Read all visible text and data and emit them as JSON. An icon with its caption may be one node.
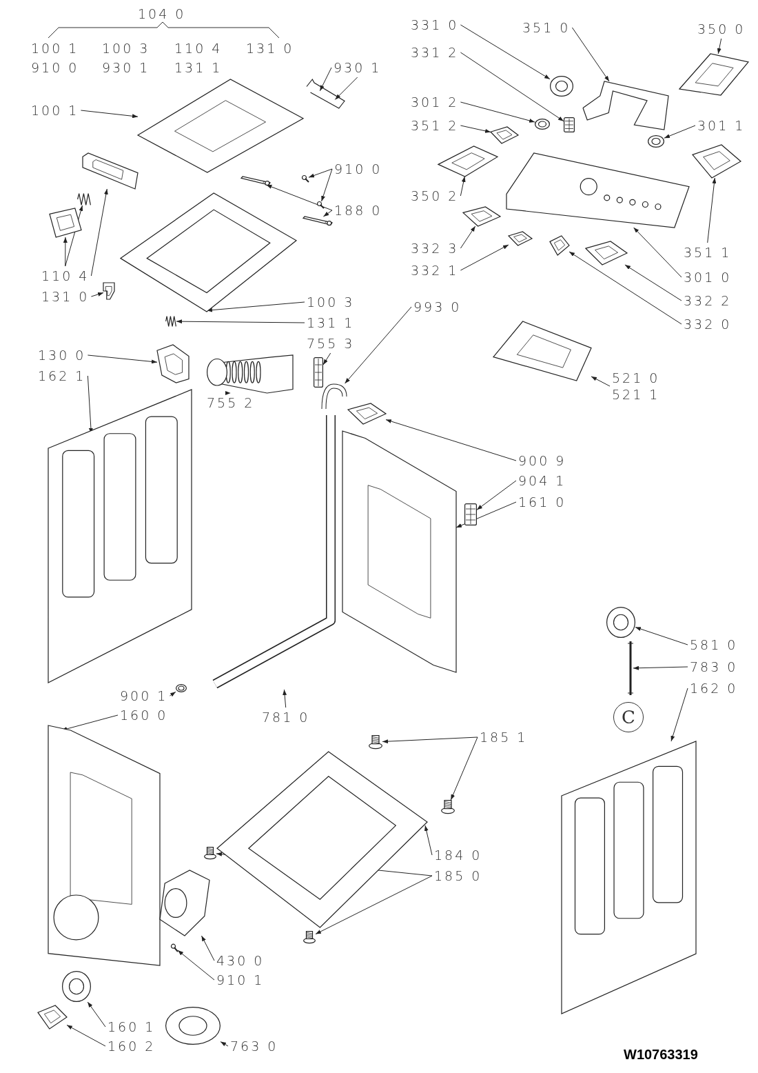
{
  "diagram": {
    "nodes": [
      {
        "text": [
          "930 1"
        ]
      },
      {
        "text": [],
        "shape": "picture"
      },
      {
        "text": [
          "100 1"
        ]
      },
      {
        "text": [],
        "shape": "picture"
      },
      {
        "text": [
          "910 0"
        ]
      },
      {
        "text": [],
        "shape": "picture"
      },
      {
        "text": [],
        "shape": "picture"
      },
      {
        "text": [
          "188 0"
        ]
      },
      {
        "text": [],
        "shape": "picture"
      },
      {
        "text": [],
        "shape": "picture"
      },
      {
        "text": [
          "110 4"
        ]
      },
      {
        "text": [],
        "shape": "picture"
      },
      {
        "text": [],
        "shape": "picture"
      },
      {
        "text": [],
        "shape": "picture"
      },
      {
        "text": [
          "131 0"
        ]
      },
      {
        "text": [],
        "shape": "picture"
      },
      {
        "text": [
          "100 3"
        ]
      },
      {
        "text": [],
        "shape": "picture"
      },
      {
        "text": [
          "131 1"
        ]
      },
      {
        "text": [],
        "shape": "picture"
      },
      {
        "text": [
          "755 3"
        ]
      },
      {
        "text": [],
        "shape": "picture"
      },
      {
        "text": [
          "130 0"
        ]
      },
      {
        "text": [],
        "shape": "picture"
      },
      {
        "text": [
          "162 1"
        ]
      },
      {
        "text": [],
        "shape": "picture"
      },
      {
        "text": [
          "755 2"
        ]
      },
      {
        "text": [],
        "shape": "picture"
      },
      {
        "text": [
          "331 0"
        ]
      },
      {
        "text": [],
        "shape": "picture"
      },
      {
        "text": [
          "351 0"
        ]
      },
      {
        "text": [],
        "shape": "picture"
      },
      {
        "text": [
          "350 0"
        ]
      },
      {
        "text": [],
        "shape": "picture"
      },
      {
        "text": [
          "331 2"
        ]
      },
      {
        "text": [],
        "shape": "picture"
      },
      {
        "text": [
          "301 2"
        ]
      },
      {
        "text": [],
        "shape": "picture"
      },
      {
        "text": [
          "351 2"
        ]
      },
      {
        "text": [],
        "shape": "picture"
      },
      {
        "text": [
          "301 1"
        ]
      },
      {
        "text": [],
        "shape": "picture"
      },
      {
        "text": [
          "350 2"
        ]
      },
      {
        "text": [],
        "shape": "picture"
      },
      {
        "text": [
          "332 3"
        ]
      },
      {
        "text": [],
        "shape": "picture"
      },
      {
        "text": [
          "351 1"
        ]
      },
      {
        "text": [],
        "shape": "picture"
      },
      {
        "text": [
          "332 1"
        ]
      },
      {
        "text": [],
        "shape": "picture"
      },
      {
        "text": [
          "301 0"
        ]
      },
      {
        "text": [],
        "shape": "picture"
      },
      {
        "text": [
          "332 2"
        ]
      },
      {
        "text": [],
        "shape": "picture"
      },
      {
        "text": [
          "332 0"
        ]
      },
      {
        "text": [],
        "shape": "picture"
      },
      {
        "text": [
          "993 0"
        ]
      },
      {
        "text": [],
        "shape": "picture"
      },
      {
        "text": [
          "521 0",
          "521 1"
        ]
      },
      {
        "text": [],
        "shape": "picture"
      },
      {
        "text": [
          "900 9"
        ]
      },
      {
        "text": [],
        "shape": "picture"
      },
      {
        "text": [
          "904 1"
        ]
      },
      {
        "text": [],
        "shape": "picture"
      },
      {
        "text": [
          "161 0"
        ]
      },
      {
        "text": [],
        "shape": "picture"
      },
      {
        "text": [
          "781 0"
        ]
      },
      {
        "text": [],
        "shape": "picture"
      },
      {
        "text": [
          "581 0"
        ]
      },
      {
        "text": [],
        "shape": "picture"
      },
      {
        "text": [
          "783 0"
        ]
      },
      {
        "text": [],
        "shape": "picture"
      },
      {
        "text": [
          "900 1"
        ]
      },
      {
        "text": [],
        "shape": "picture"
      },
      {
        "text": [
          "160 0"
        ]
      },
      {
        "text": [],
        "shape": "picture"
      },
      {
        "text": [
          "162 0"
        ]
      },
      {
        "text": [],
        "shape": "picture"
      },
      {
        "text": [
          "C"
        ]
      },
      {
        "text": [
          "185 1"
        ]
      },
      {
        "text": [],
        "shape": "picture"
      },
      {
        "text": [],
        "shape": "picture"
      },
      {
        "text": [
          "184 0"
        ]
      },
      {
        "text": [],
        "shape": "picture"
      },
      {
        "text": [
          "185 0"
        ]
      },
      {
        "text": [],
        "shape": "picture"
      },
      {
        "text": [],
        "shape": "picture"
      },
      {
        "text": [
          "430 0"
        ]
      },
      {
        "text": [],
        "shape": "picture"
      },
      {
        "text": [
          "910 1"
        ]
      },
      {
        "text": [],
        "shape": "picture"
      },
      {
        "text": [
          "160 1"
        ]
      },
      {
        "text": [],
        "shape": "picture"
      },
      {
        "text": [
          "160 2"
        ]
      },
      {
        "text": [],
        "shape": "picture"
      },
      {
        "text": [
          "763 0"
        ]
      },
      {
        "text": [],
        "shape": "picture"
      }
    ],
    "edges": [
      {
        "from": 0,
        "to": 1,
        "arrow": "to"
      },
      {
        "from": 0,
        "to": 1,
        "arrow": "to"
      },
      {
        "from": 2,
        "to": 3,
        "arrow": "to"
      },
      {
        "from": 4,
        "to": 5,
        "arrow": "to"
      },
      {
        "from": 4,
        "to": 6,
        "arrow": "to"
      },
      {
        "from": 7,
        "to": 8,
        "arrow": "to"
      },
      {
        "from": 7,
        "to": 9,
        "arrow": "to"
      },
      {
        "from": 10,
        "to": 11,
        "arrow": "to"
      },
      {
        "from": 10,
        "to": 12,
        "arrow": "to"
      },
      {
        "from": 10,
        "to": 13,
        "arrow": "to"
      },
      {
        "from": 14,
        "to": 15,
        "arrow": "to"
      },
      {
        "from": 16,
        "to": 17,
        "arrow": "to"
      },
      {
        "from": 18,
        "to": 19,
        "arrow": "to"
      },
      {
        "from": 20,
        "to": 21,
        "arrow": "to"
      },
      {
        "from": 22,
        "to": 23,
        "arrow": "to"
      },
      {
        "from": 24,
        "to": 25,
        "arrow": "to"
      },
      {
        "from": 26,
        "to": 27,
        "arrow": "to"
      },
      {
        "from": 28,
        "to": 29,
        "arrow": "to"
      },
      {
        "from": 30,
        "to": 31,
        "arrow": "to"
      },
      {
        "from": 32,
        "to": 33,
        "arrow": "to"
      },
      {
        "from": 34,
        "to": 35,
        "arrow": "to"
      },
      {
        "from": 36,
        "to": 37,
        "arrow": "to"
      },
      {
        "from": 38,
        "to": 39,
        "arrow": "to"
      },
      {
        "from": 40,
        "to": 41,
        "arrow": "to"
      },
      {
        "from": 42,
        "to": 43,
        "arrow": "to"
      },
      {
        "from": 44,
        "to": 45,
        "arrow": "to"
      },
      {
        "from": 46,
        "to": 47,
        "arrow": "to"
      },
      {
        "from": 48,
        "to": 49,
        "arrow": "to"
      },
      {
        "from": 50,
        "to": 51,
        "arrow": "to"
      },
      {
        "from": 52,
        "to": 53,
        "arrow": "to"
      },
      {
        "from": 54,
        "to": 55,
        "arrow": "to"
      },
      {
        "from": 56,
        "to": 57,
        "arrow": "to"
      },
      {
        "from": 58,
        "to": 59,
        "arrow": "to"
      },
      {
        "from": 60,
        "to": 61,
        "arrow": "to"
      },
      {
        "from": 62,
        "to": 63,
        "arrow": "to"
      },
      {
        "from": 64,
        "to": 65,
        "arrow": "to"
      },
      {
        "from": 66,
        "to": 67,
        "arrow": "to"
      },
      {
        "from": 68,
        "to": 69,
        "arrow": "to"
      },
      {
        "from": 70,
        "to": 71,
        "arrow": "to"
      },
      {
        "from": 72,
        "to": 73,
        "arrow": "to"
      },
      {
        "from": 74,
        "to": 75,
        "arrow": "to"
      },
      {
        "from": 76,
        "to": 77,
        "arrow": "to"
      },
      {
        "from": 79,
        "to": 80,
        "arrow": "to"
      },
      {
        "from": 79,
        "to": 81,
        "arrow": "to"
      },
      {
        "from": 82,
        "to": 83,
        "arrow": "to"
      },
      {
        "from": 84,
        "to": 85,
        "arrow": "to"
      },
      {
        "from": 84,
        "to": 86,
        "arrow": "to"
      },
      {
        "from": 87,
        "to": 88,
        "arrow": "to"
      },
      {
        "from": 89,
        "to": 90,
        "arrow": "to"
      },
      {
        "from": 91,
        "to": 92,
        "arrow": "to"
      },
      {
        "from": 93,
        "to": 94,
        "arrow": "to"
      },
      {
        "from": 95,
        "to": 96,
        "arrow": "to"
      }
    ],
    "labels": [
      "104 0",
      "100 1",
      "100 3",
      "110 4",
      "131 0",
      "910 0",
      "930 1",
      "131 1",
      "W10763319"
    ]
  }
}
